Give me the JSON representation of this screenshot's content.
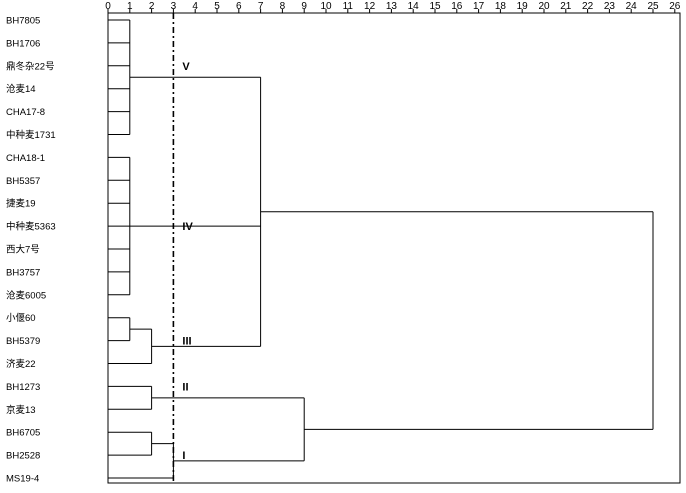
{
  "chart_data": {
    "type": "dendrogram",
    "axis": {
      "ticks": [
        0,
        1,
        2,
        3,
        4,
        5,
        6,
        7,
        8,
        9,
        10,
        11,
        12,
        13,
        14,
        15,
        16,
        17,
        18,
        19,
        20,
        21,
        22,
        23,
        24,
        25,
        26
      ],
      "range": [
        0,
        26
      ]
    },
    "cut_threshold": 3,
    "leaves": [
      "BH7805",
      "BH1706",
      "鼎冬杂22号",
      "沧麦14",
      "CHA17-8",
      "中种麦1731",
      "CHA18-1",
      "BH5357",
      "捷麦19",
      "中种麦5363",
      "西大7号",
      "BH3757",
      "沧麦6005",
      "小偃60",
      "BH5379",
      "济麦22",
      "BH1273",
      "京麦13",
      "BH6705",
      "BH2528",
      "MS19-4"
    ],
    "merges": [
      {
        "id": "A",
        "children": [
          "BH7805",
          "BH1706",
          "鼎冬杂22号",
          "沧麦14",
          "CHA17-8",
          "中种麦1731"
        ],
        "height": 1
      },
      {
        "id": "B",
        "children": [
          "CHA18-1",
          "BH5357",
          "捷麦19",
          "中种麦5363",
          "西大7号",
          "BH3757",
          "沧麦6005"
        ],
        "height": 1
      },
      {
        "id": "C",
        "children": [
          "小偃60",
          "BH5379"
        ],
        "height": 1
      },
      {
        "id": "D",
        "children": [
          "C",
          "济麦22"
        ],
        "height": 2
      },
      {
        "id": "E",
        "children": [
          "A",
          "B",
          "D"
        ],
        "height": 7
      },
      {
        "id": "F",
        "children": [
          "BH1273",
          "京麦13"
        ],
        "height": 2
      },
      {
        "id": "G",
        "children": [
          "BH6705",
          "BH2528"
        ],
        "height": 2
      },
      {
        "id": "H",
        "children": [
          "G",
          "MS19-4"
        ],
        "height": 3
      },
      {
        "id": "I",
        "children": [
          "F",
          "H"
        ],
        "height": 9
      },
      {
        "id": "J",
        "children": [
          "E",
          "I"
        ],
        "height": 25
      }
    ],
    "group_labels": [
      {
        "label": "V",
        "after_row": 2
      },
      {
        "label": "IV",
        "after_row": 9
      },
      {
        "label": "III",
        "after_row": 14
      },
      {
        "label": "II",
        "after_row": 16
      },
      {
        "label": "I",
        "after_row": 19
      }
    ]
  }
}
